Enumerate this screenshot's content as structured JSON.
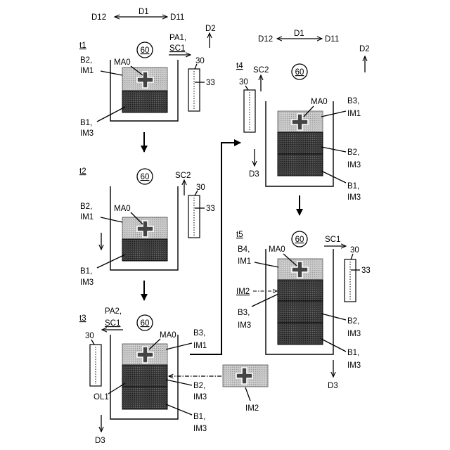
{
  "direction_top": {
    "d1": "D1",
    "d12": "D12",
    "d11": "D11"
  },
  "direction_right": {
    "d1": "D1",
    "d12": "D12",
    "d11": "D11"
  },
  "d2": "D2",
  "d3": "D3",
  "unit_60": "60",
  "label_30": "30",
  "label_33": "33",
  "marker": "MA0",
  "pa1": "PA1,",
  "pa2": "PA2,",
  "sc1": "SC1",
  "sc2": "SC2",
  "ol1": "OL1",
  "im2": "IM2",
  "stages": {
    "t1": {
      "label": "t1",
      "b2": "B2,",
      "b2_im": "IM1",
      "b1": "B1,",
      "b1_im": "IM3"
    },
    "t2": {
      "label": "t2",
      "b2": "B2,",
      "b2_im": "IM1",
      "b1": "B1,",
      "b1_im": "IM3"
    },
    "t3": {
      "label": "t3",
      "b3": "B3,",
      "b3_im": "IM1",
      "b2": "B2,",
      "b2_im": "IM3",
      "b1": "B1,",
      "b1_im": "IM3"
    },
    "t4": {
      "label": "t4",
      "b3": "B3,",
      "b3_im": "IM1",
      "b2": "B2,",
      "b2_im": "IM3",
      "b1": "B1,",
      "b1_im": "IM3"
    },
    "t5": {
      "label": "t5",
      "b4": "B4,",
      "b4_im": "IM1",
      "b3": "B3,",
      "b3_im": "IM3",
      "b2": "B2,",
      "b2_im": "IM3",
      "b1": "B1,",
      "b1_im": "IM3"
    }
  },
  "colors": {
    "light_block": "#bdbdbd",
    "dark_block": "#3a3a3a",
    "line": "#000000"
  }
}
